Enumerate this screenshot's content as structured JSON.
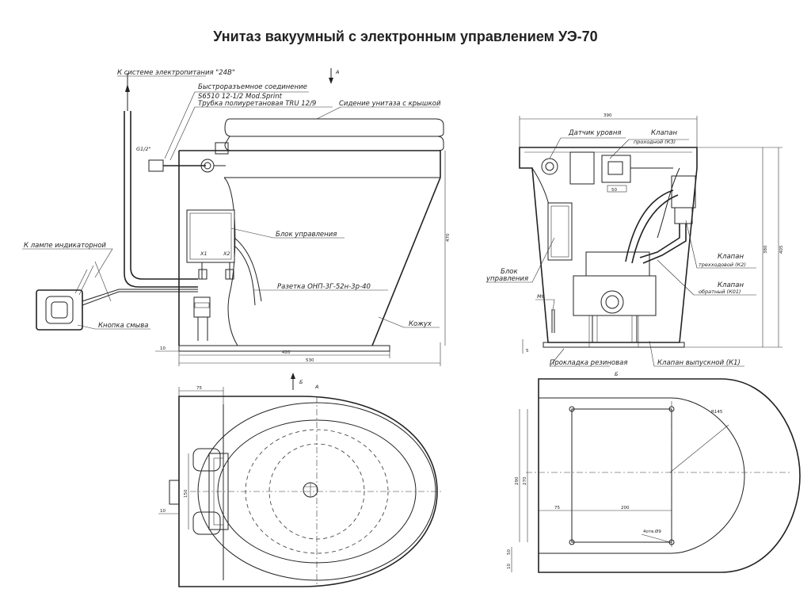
{
  "title": "Унитаз вакуумный с электронным управлением УЭ-70",
  "front_view": {
    "section_mark": "А",
    "labels": {
      "power": "К системе электропитания \"24В\"",
      "quick_connect": "Быстроразъемное соединение",
      "quick_connect_code": "S6510 12-1/2 Mod.Sprint",
      "tube": "Трубка полиуретановая TRU 12/9",
      "seat": "Сидение унитаза с крышкой",
      "g12": "G1/2\"",
      "control_block": "Блок управления",
      "lamp": "К лампе индикаторной",
      "socket": "Разетка ОНП-3Г-52н-3р-40",
      "flush_button": "Кнопка смыва",
      "casing": "Кожух",
      "x1": "X1",
      "x2": "X2"
    },
    "dims": {
      "d420": "420",
      "d530": "530",
      "d470": "470",
      "d10": "10"
    },
    "arrow_b": "Б"
  },
  "side_view": {
    "labels": {
      "level_sensor": "Датчик уровня",
      "valve": "Клапан",
      "valve_pass": "проходной (К3)",
      "control_block_1": "Блок",
      "control_block_2": "управления",
      "m6": "М6",
      "valve_k2_1": "Клапан",
      "valve_k2_2": "трехходовой (К2)",
      "valve_k01_1": "Клапан",
      "valve_k01_2": "обратный (К01)",
      "gasket": "Прокладка резиновая",
      "outlet_valve": "Клапан выпускной (К1)"
    },
    "dims": {
      "d390": "390",
      "d50": "50",
      "d380": "380",
      "d405": "405",
      "d5": "5"
    }
  },
  "plan_view": {
    "mark": "А",
    "dims": {
      "d75": "75",
      "d150": "150",
      "d10": "10"
    }
  },
  "base_view": {
    "mark": "Б",
    "dims": {
      "r145": "R145",
      "d270": "270",
      "d290": "290",
      "d75": "75",
      "d200": "200",
      "holes": "4отв.Ø9",
      "d50": "50",
      "d10": "10"
    }
  }
}
